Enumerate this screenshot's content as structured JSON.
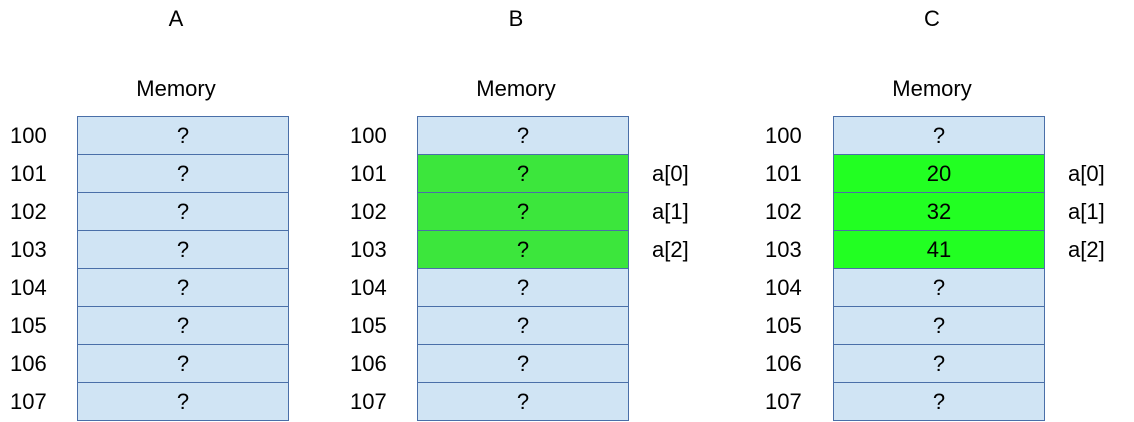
{
  "colors": {
    "empty_cell": "#d0e4f4",
    "allocated_cell": "#3ce63c",
    "filled_cell": "#22ff22",
    "cell_border": "#4a6fa8"
  },
  "panels": [
    {
      "title": "A",
      "memory_label": "Memory",
      "rows": [
        {
          "address": "100",
          "value": "?",
          "state": "empty",
          "label": ""
        },
        {
          "address": "101",
          "value": "?",
          "state": "empty",
          "label": ""
        },
        {
          "address": "102",
          "value": "?",
          "state": "empty",
          "label": ""
        },
        {
          "address": "103",
          "value": "?",
          "state": "empty",
          "label": ""
        },
        {
          "address": "104",
          "value": "?",
          "state": "empty",
          "label": ""
        },
        {
          "address": "105",
          "value": "?",
          "state": "empty",
          "label": ""
        },
        {
          "address": "106",
          "value": "?",
          "state": "empty",
          "label": ""
        },
        {
          "address": "107",
          "value": "?",
          "state": "empty",
          "label": ""
        }
      ]
    },
    {
      "title": "B",
      "memory_label": "Memory",
      "rows": [
        {
          "address": "100",
          "value": "?",
          "state": "empty",
          "label": ""
        },
        {
          "address": "101",
          "value": "?",
          "state": "allocated",
          "label": "a[0]"
        },
        {
          "address": "102",
          "value": "?",
          "state": "allocated",
          "label": "a[1]"
        },
        {
          "address": "103",
          "value": "?",
          "state": "allocated",
          "label": "a[2]"
        },
        {
          "address": "104",
          "value": "?",
          "state": "empty",
          "label": ""
        },
        {
          "address": "105",
          "value": "?",
          "state": "empty",
          "label": ""
        },
        {
          "address": "106",
          "value": "?",
          "state": "empty",
          "label": ""
        },
        {
          "address": "107",
          "value": "?",
          "state": "empty",
          "label": ""
        }
      ]
    },
    {
      "title": "C",
      "memory_label": "Memory",
      "rows": [
        {
          "address": "100",
          "value": "?",
          "state": "empty",
          "label": ""
        },
        {
          "address": "101",
          "value": "20",
          "state": "filled",
          "label": "a[0]"
        },
        {
          "address": "102",
          "value": "32",
          "state": "filled",
          "label": "a[1]"
        },
        {
          "address": "103",
          "value": "41",
          "state": "filled",
          "label": "a[2]"
        },
        {
          "address": "104",
          "value": "?",
          "state": "empty",
          "label": ""
        },
        {
          "address": "105",
          "value": "?",
          "state": "empty",
          "label": ""
        },
        {
          "address": "106",
          "value": "?",
          "state": "empty",
          "label": ""
        },
        {
          "address": "107",
          "value": "?",
          "state": "empty",
          "label": ""
        }
      ]
    }
  ]
}
